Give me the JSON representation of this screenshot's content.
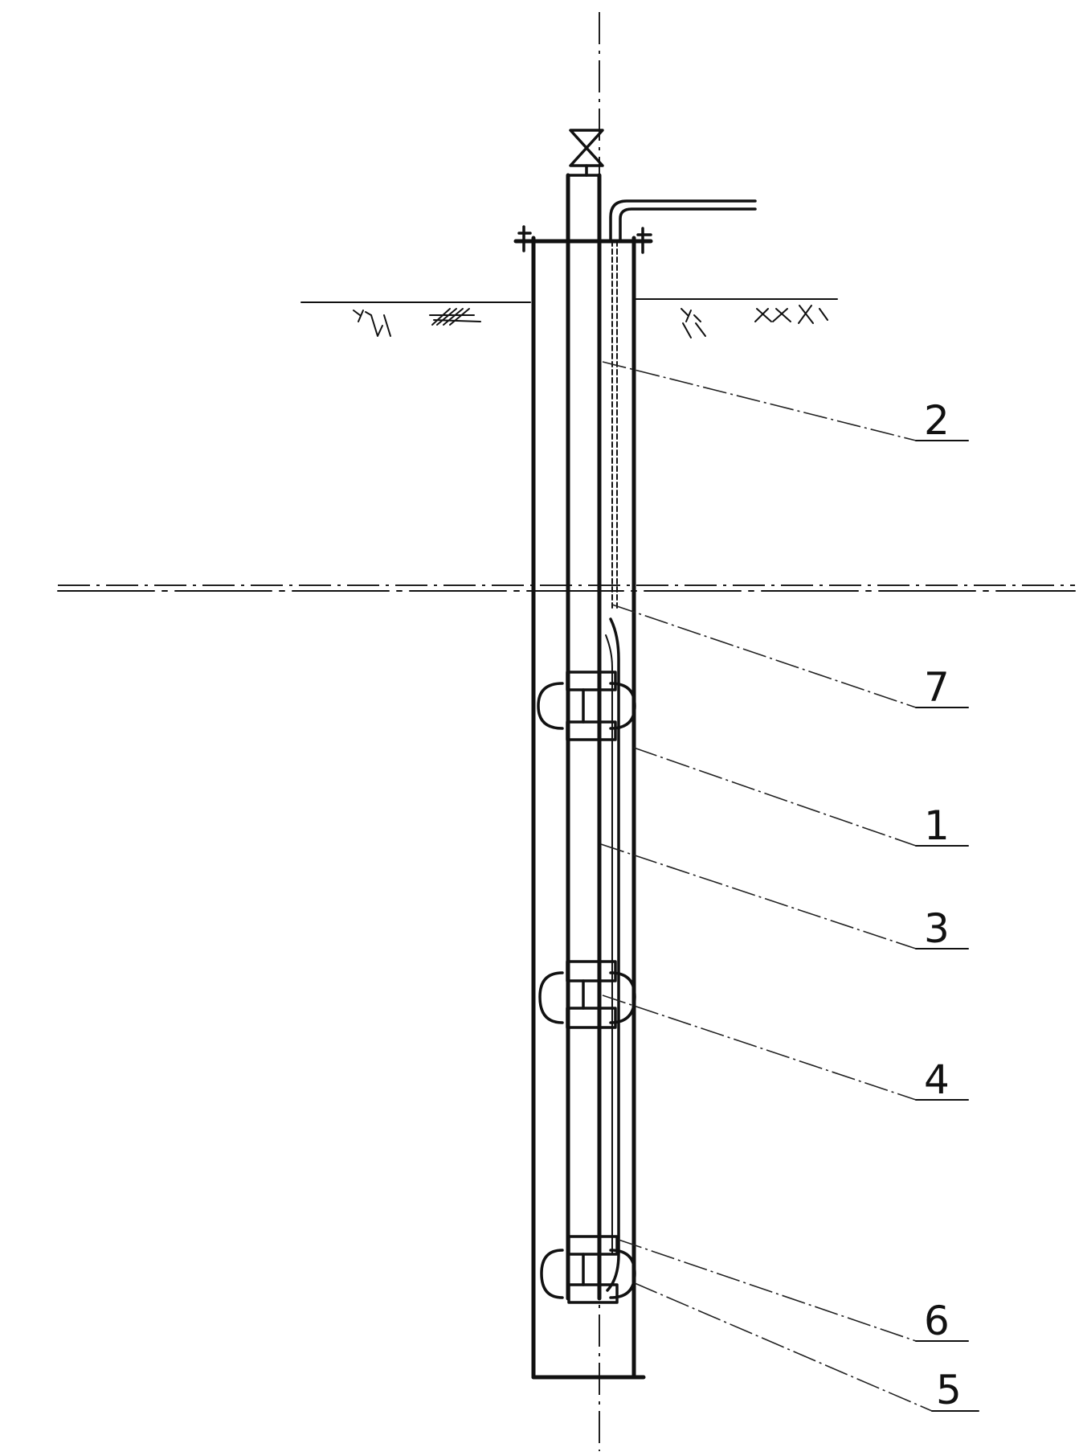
{
  "callouts": [
    {
      "id": "2",
      "label": "2"
    },
    {
      "id": "7",
      "label": "7"
    },
    {
      "id": "1",
      "label": "1"
    },
    {
      "id": "3",
      "label": "3"
    },
    {
      "id": "4",
      "label": "4"
    },
    {
      "id": "6",
      "label": "6"
    },
    {
      "id": "5",
      "label": "5"
    }
  ]
}
